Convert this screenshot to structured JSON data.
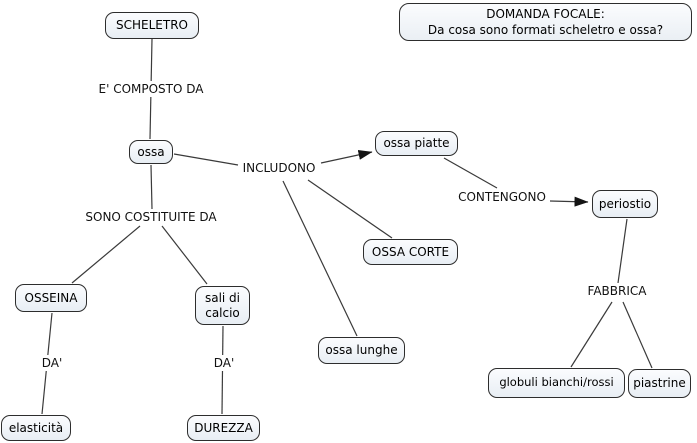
{
  "focal_question": {
    "line1": "DOMANDA FOCALE:",
    "line2": "Da cosa sono formati scheletro e ossa?"
  },
  "nodes": {
    "scheletro": "SCHELETRO",
    "ossa": "ossa",
    "ossa_piatte": "ossa piatte",
    "ossa_corte": "OSSA CORTE",
    "ossa_lunghe": "ossa lunghe",
    "periostio": "periostio",
    "osseina": "OSSEINA",
    "sali_di_calcio": "sali di calcio",
    "elasticita": "elasticità",
    "durezza": "DUREZZA",
    "globuli": "globuli bianchi/rossi",
    "piastrine": "piastrine"
  },
  "link_labels": {
    "e_composto_da": "E' COMPOSTO DA",
    "sono_costituite_da": "SONO COSTITUITE DA",
    "includono": "INCLUDONO",
    "contengono": "CONTENGONO",
    "fabbrica": "FABBRICA",
    "da_left": "DA'",
    "da_right": "DA'"
  },
  "colors": {
    "background": "#ffffff",
    "node_fill_top": "#fbfcfe",
    "node_fill_bottom": "#e8eef4",
    "node_border": "#2d2d2d",
    "connector": "#3a3a3a",
    "arrowhead": "#141414",
    "text": "#000000"
  }
}
